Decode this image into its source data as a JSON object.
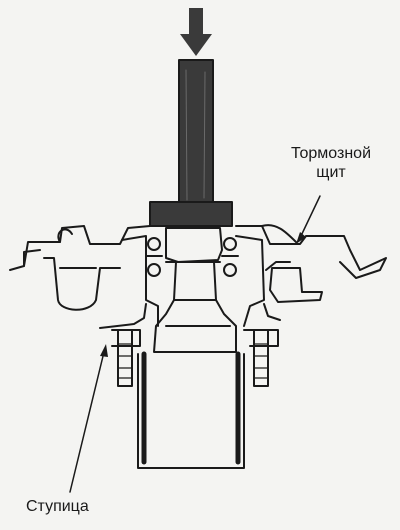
{
  "labels": {
    "brake_shield_line1": "Тормозной",
    "brake_shield_line2": "щит",
    "hub": "Ступица"
  },
  "colors": {
    "ink": "#1a1a1a",
    "shaft_fill": "#3a3a3a",
    "paper": "#f4f4f2"
  },
  "icons": {
    "press_force": "arrow-down-icon"
  }
}
